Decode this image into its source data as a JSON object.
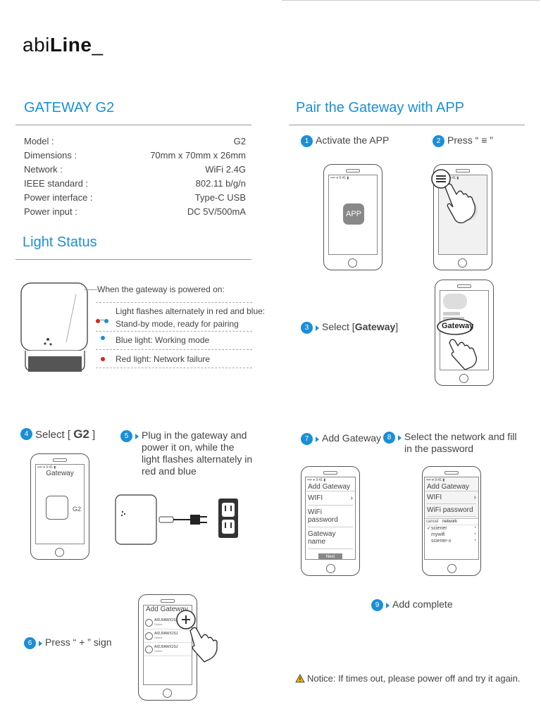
{
  "logo": {
    "prefix": "abi",
    "bold": "Line",
    "suffix": "_"
  },
  "left": {
    "title": "GATEWAY  G2",
    "specs": [
      {
        "label": "Model :",
        "value": "G2"
      },
      {
        "label": "Dimensions :",
        "value": "70mm x 70mm x 26mm"
      },
      {
        "label": "Network :",
        "value": "WiFi 2.4G"
      },
      {
        "label": "IEEE standard :",
        "value": "802.11 b/g/n"
      },
      {
        "label": "Power interface :",
        "value": "Type-C USB"
      },
      {
        "label": "Power input :",
        "value": "DC 5V/500mA"
      }
    ],
    "light_title": "Light Status",
    "powered_on": "When the gateway is powered on:",
    "lights": [
      {
        "text1": "Light flashes alternately in red and blue:",
        "text2": "Stand-by mode, ready for pairing"
      },
      {
        "text1": "Blue light: Working mode"
      },
      {
        "text1": "Red light: Network failure"
      }
    ],
    "colors": {
      "red": "#d7261e",
      "blue": "#1a8fd6"
    }
  },
  "right": {
    "title": "Pair the Gateway with APP",
    "step1": {
      "num": "1",
      "label": "Activate the APP"
    },
    "step2": {
      "num": "2",
      "label": "Press “ ≡ ”"
    },
    "step3": {
      "num": "3",
      "label_pre": "Select [",
      "label_bold": "Gateway",
      "label_post": "]"
    },
    "app_icon": "APP",
    "gateway_bubble": "Gateway"
  },
  "step4": {
    "num": "4",
    "label_pre": "Select [ ",
    "label_bold": "G2",
    "label_post": " ]",
    "screen_title": "Gateway",
    "device_label": "G2"
  },
  "step5": {
    "num": "5",
    "label": "Plug in the gateway and power it on, while the light flashes alternately in red and blue"
  },
  "step6": {
    "num": "6",
    "label": "Press “ + ” sign",
    "screen_title": "Add Gateway",
    "items": [
      {
        "name": "AIDJ0AWX2SJ",
        "status": "Online"
      },
      {
        "name": "AIDJ0AWX2SJ",
        "status": "Online"
      },
      {
        "name": "AIDJ0AWX2SJ",
        "status": "Online"
      }
    ]
  },
  "step7": {
    "num": "7",
    "label": "Add Gateway",
    "screen_title": "Add Gateway",
    "fields": [
      "WIFI",
      "WiFi password",
      "Gateway name"
    ],
    "button": "Next"
  },
  "step8": {
    "num": "8",
    "label": "Select the network and fill in the password",
    "screen_title": "Add Gateway",
    "fields": [
      "WIFI",
      "WiFi password"
    ],
    "picker_cancel": "cancel",
    "picker_title": "network",
    "networks": [
      "sciener",
      "mywifi",
      "sciener-x"
    ]
  },
  "step9": {
    "num": "9",
    "label": "Add complete"
  },
  "notice": "Notice: If times out, please power off and try it again.",
  "icons": [
    "menu-icon",
    "hand-pointer-icon",
    "warning-icon",
    "plus-icon",
    "wifi-icon",
    "check-icon",
    "outlet-icon",
    "plug-icon"
  ]
}
